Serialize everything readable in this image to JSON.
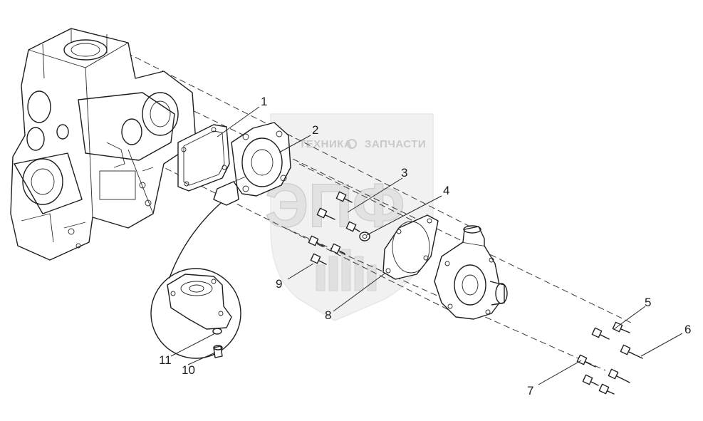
{
  "watermark": {
    "brand_left": "ТЕХНИКА",
    "brand_right": "ЗАПЧАСТИ",
    "emblem_letters": "ЭПФ"
  },
  "callouts": [
    {
      "id": "1",
      "label": "1"
    },
    {
      "id": "2",
      "label": "2"
    },
    {
      "id": "3",
      "label": "3"
    },
    {
      "id": "4",
      "label": "4"
    },
    {
      "id": "5",
      "label": "5"
    },
    {
      "id": "6",
      "label": "6"
    },
    {
      "id": "7",
      "label": "7"
    },
    {
      "id": "8",
      "label": "8"
    },
    {
      "id": "9",
      "label": "9"
    },
    {
      "id": "10",
      "label": "10"
    },
    {
      "id": "11",
      "label": "11"
    }
  ],
  "colors": {
    "ink": "#1e1e1e",
    "watermark": "#e6e6e6"
  }
}
